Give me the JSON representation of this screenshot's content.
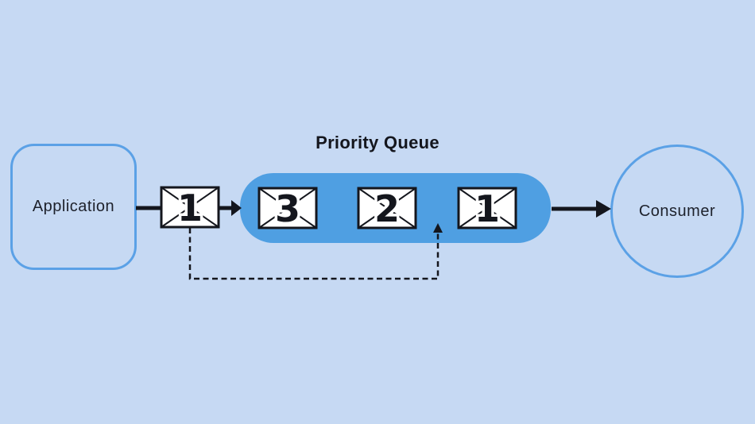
{
  "diagram": {
    "title": "Priority Queue",
    "type": "message-queue-flow"
  },
  "nodes": {
    "application": {
      "label": "Application",
      "shape": "rounded-rectangle"
    },
    "queue": {
      "label": "Priority Queue",
      "shape": "pill"
    },
    "consumer": {
      "label": "Consumer",
      "shape": "circle"
    }
  },
  "incoming_message": {
    "priority": "1"
  },
  "queue_messages": [
    {
      "priority": "3"
    },
    {
      "priority": "2"
    },
    {
      "priority": "1"
    }
  ],
  "edges": {
    "application_to_message": {
      "style": "solid",
      "from": "application",
      "to": "incoming-message"
    },
    "message_to_queue": {
      "style": "solid-arrow",
      "from": "incoming-message",
      "to": "queue"
    },
    "queue_to_consumer": {
      "style": "solid-arrow",
      "from": "queue",
      "to": "consumer"
    },
    "message_reroute": {
      "style": "dashed-arrow",
      "from": "incoming-message",
      "to": "queue"
    }
  },
  "colors": {
    "background": "#c6d9f3",
    "queue_fill": "#4f9fe2",
    "node_border": "#5ba1e6",
    "ink": "#14161d",
    "envelope_fill": "#ffffff"
  }
}
